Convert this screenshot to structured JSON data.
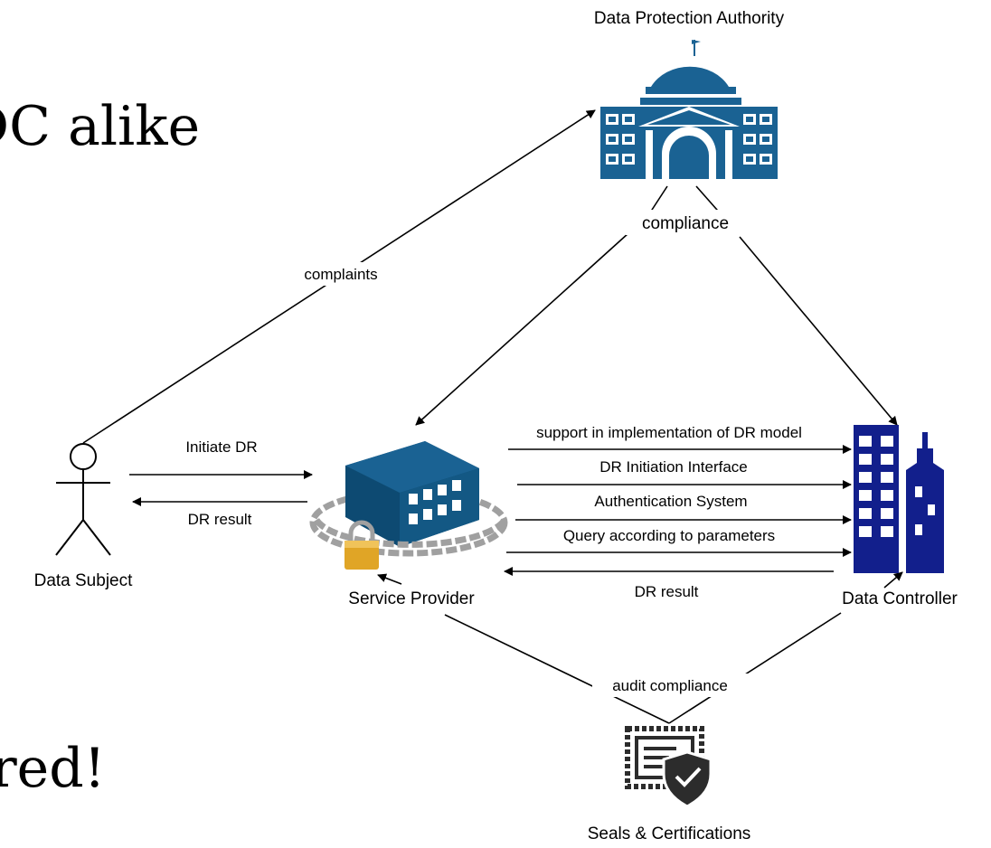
{
  "slide": {
    "fragment_top": "DC alike",
    "fragment_bottom": "red!"
  },
  "nodes": {
    "dpa": "Data Protection Authority",
    "subject": "Data Subject",
    "provider": "Service Provider",
    "controller": "Data Controller",
    "seals": "Seals & Certifications"
  },
  "edges": {
    "complaints": "complaints",
    "compliance": "compliance",
    "initiate": "Initiate DR",
    "dr_result_left": "DR result",
    "support": "support in implementation of DR model",
    "interface": "DR Initiation Interface",
    "auth": "Authentication System",
    "query": "Query according to parameters",
    "dr_result_right": "DR result",
    "audit": "audit compliance"
  },
  "colors": {
    "building_blue": "#1a6293",
    "building_dark": "#0d4a72",
    "controller_navy": "#121f8c",
    "lock_gold": "#e0a526",
    "chain_gray": "#a0a0a0",
    "icon_dark": "#2c2c2c"
  },
  "icons": [
    "government-building-icon",
    "person-icon",
    "office-building-icon",
    "padlock-icon",
    "skyscraper-icon",
    "certificate-icon"
  ]
}
